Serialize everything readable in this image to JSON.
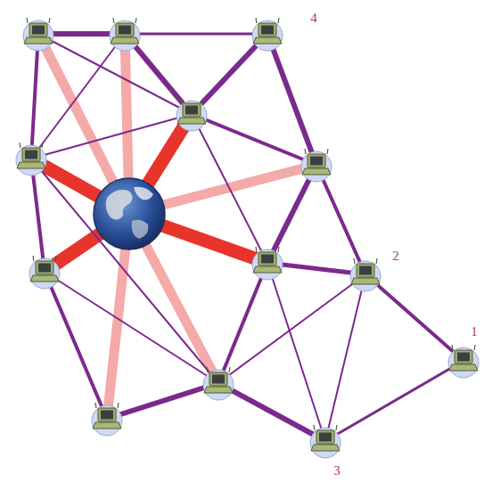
{
  "diagram": {
    "labels": [
      "4",
      "2",
      "1",
      "3"
    ]
  }
}
